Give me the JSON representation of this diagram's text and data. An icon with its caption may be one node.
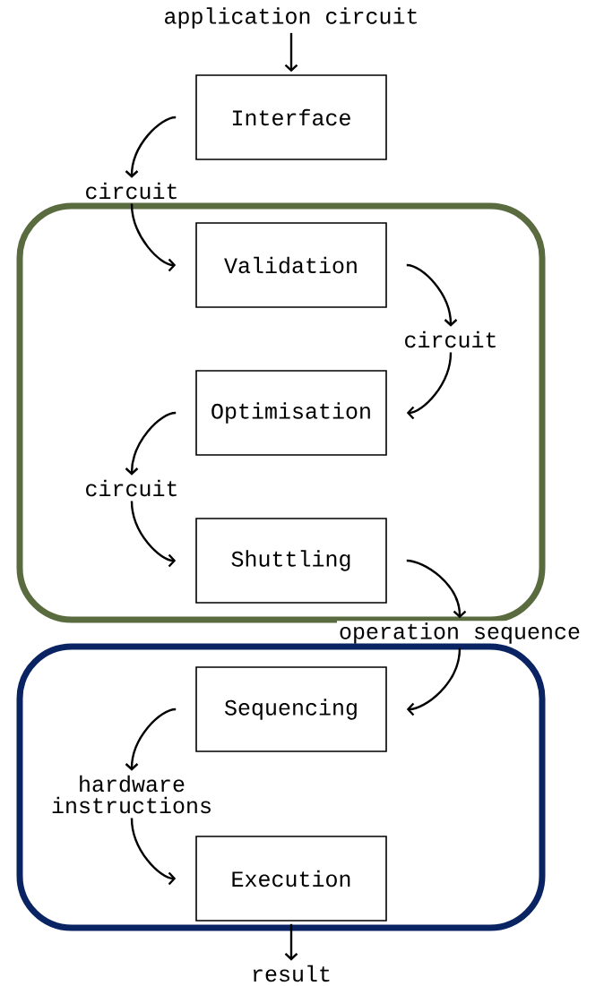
{
  "diagram": {
    "nodes": [
      {
        "text": [
          "application circuit"
        ]
      },
      {
        "text": [
          "Interface"
        ]
      },
      {
        "text": [
          "circuit"
        ]
      },
      {
        "text": [],
        "shape": "box"
      },
      {
        "text": [
          "Validation"
        ],
        "in": 3
      },
      {
        "text": [
          "circuit"
        ],
        "in": 3
      },
      {
        "text": [
          "Optimisation"
        ],
        "in": 3
      },
      {
        "text": [
          "circuit"
        ],
        "in": 3
      },
      {
        "text": [
          "Shuttling"
        ],
        "in": 3
      },
      {
        "text": [
          "operation sequence"
        ]
      },
      {
        "text": [],
        "shape": "box"
      },
      {
        "text": [
          "Sequencing"
        ],
        "in": 10
      },
      {
        "text": [
          "hardware instructions"
        ],
        "in": 10
      },
      {
        "text": [
          "Execution"
        ],
        "in": 10
      },
      {
        "text": [
          "result"
        ]
      }
    ],
    "edges": [
      {
        "from": 0,
        "to": 1,
        "arrow": "to"
      },
      {
        "from": 1,
        "to": 2,
        "arrow": "to"
      },
      {
        "from": 2,
        "to": 4,
        "arrow": "to"
      },
      {
        "from": 4,
        "to": 5,
        "arrow": "to"
      },
      {
        "from": 5,
        "to": 6,
        "arrow": "to"
      },
      {
        "from": 6,
        "to": 7,
        "arrow": "to"
      },
      {
        "from": 7,
        "to": 8,
        "arrow": "to"
      },
      {
        "from": 8,
        "to": 9,
        "arrow": "to"
      },
      {
        "from": 9,
        "to": 11,
        "arrow": "to"
      },
      {
        "from": 11,
        "to": 12,
        "arrow": "to"
      },
      {
        "from": 12,
        "to": 13,
        "arrow": "to"
      },
      {
        "from": 13,
        "to": 14,
        "arrow": "to"
      }
    ]
  }
}
